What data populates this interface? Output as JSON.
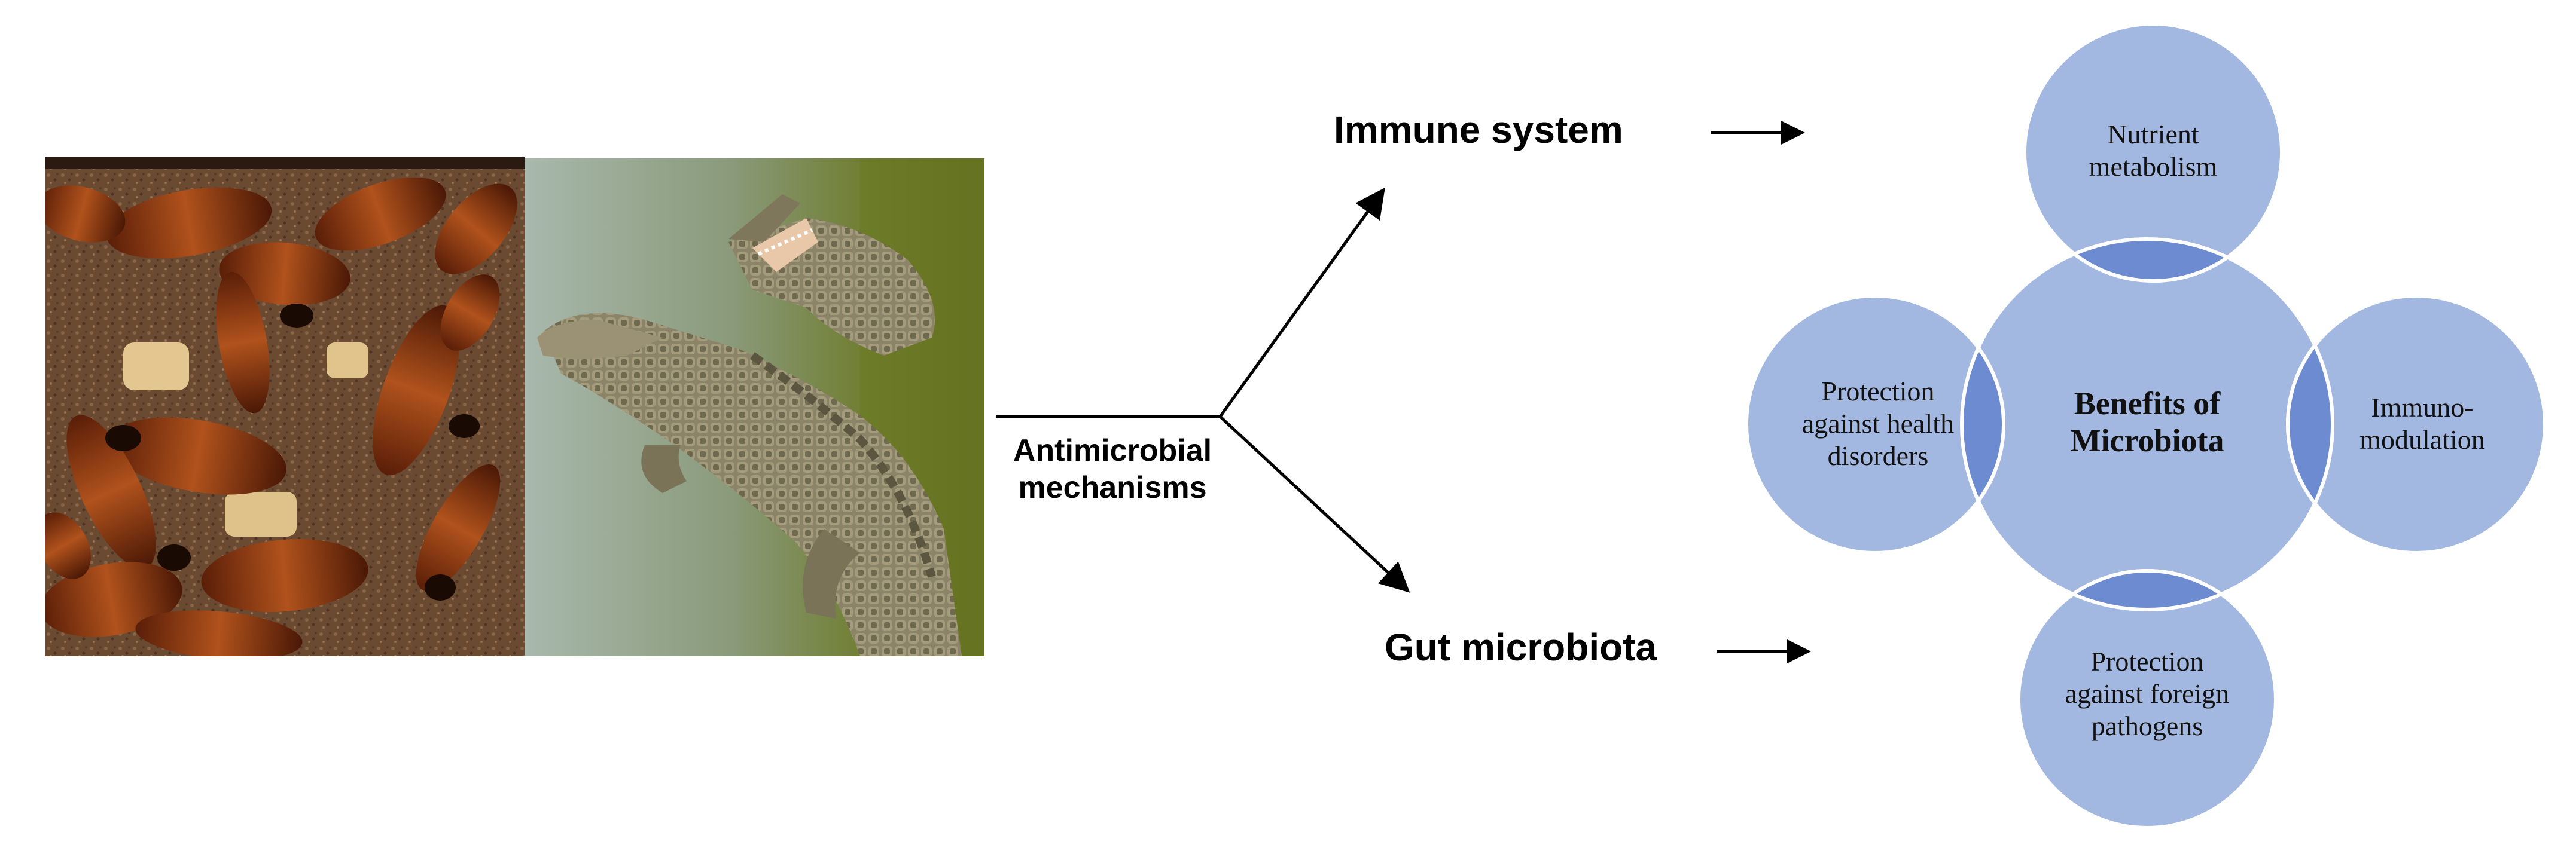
{
  "photos": {
    "left_photo": "cockroaches-photo",
    "right_photo": "crocodiles-photo"
  },
  "branch": {
    "label": "Antimicrobial\nmechanisms",
    "top_target": "Immune system",
    "bottom_target": "Gut microbiota"
  },
  "benefits": {
    "center": "Benefits of\nMicrobiota",
    "top": "Nutrient\nmetabolism",
    "right": "Immuno-\nmodulation",
    "bottom": "Protection\nagainst foreign\npathogens",
    "left": "Protection\nagainst health\ndisorders"
  },
  "colors": {
    "bubble_fill": "#a3b8e0",
    "bubble_overlap": "#6d8bd0",
    "bubble_stroke": "#ffffff",
    "arrow": "#000000"
  }
}
